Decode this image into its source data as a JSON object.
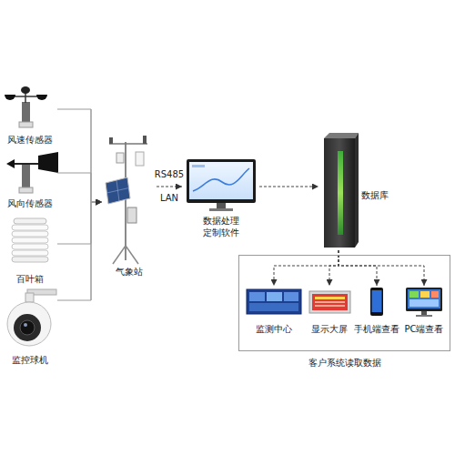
{
  "diagram": {
    "nodes": [
      {
        "text": [
          "风速传感器"
        ]
      },
      {
        "text": [
          "风向传感器"
        ]
      },
      {
        "text": [
          "百叶箱"
        ]
      },
      {
        "text": [
          "监控球机"
        ]
      },
      {
        "text": [
          "气象站"
        ]
      },
      {
        "text": [
          "数据处理 定制软件"
        ]
      },
      {
        "text": [
          "数据库"
        ]
      },
      {
        "text": [
          "客户系统读取数据"
        ]
      },
      {
        "text": [
          "监测中心"
        ],
        "in": 7
      },
      {
        "text": [
          "显示大屏"
        ],
        "in": 7
      },
      {
        "text": [
          "手机端查看"
        ],
        "in": 7
      },
      {
        "text": [
          "PC端查看"
        ],
        "in": 7
      }
    ],
    "edges": [
      {
        "from": 0,
        "to": 4,
        "arrow": "to"
      },
      {
        "from": 1,
        "to": 4,
        "arrow": "to"
      },
      {
        "from": 2,
        "to": 4,
        "arrow": "to"
      },
      {
        "from": 3,
        "to": 4,
        "arrow": "to"
      },
      {
        "from": 4,
        "to": 5,
        "label": "RS485 LAN",
        "arrow": "to"
      },
      {
        "from": 5,
        "to": 6,
        "arrow": "to"
      },
      {
        "from": 6,
        "to": 8,
        "arrow": "to"
      },
      {
        "from": 6,
        "to": 9,
        "arrow": "to"
      },
      {
        "from": 6,
        "to": 10,
        "arrow": "to"
      },
      {
        "from": 6,
        "to": 11,
        "arrow": "to"
      }
    ]
  }
}
